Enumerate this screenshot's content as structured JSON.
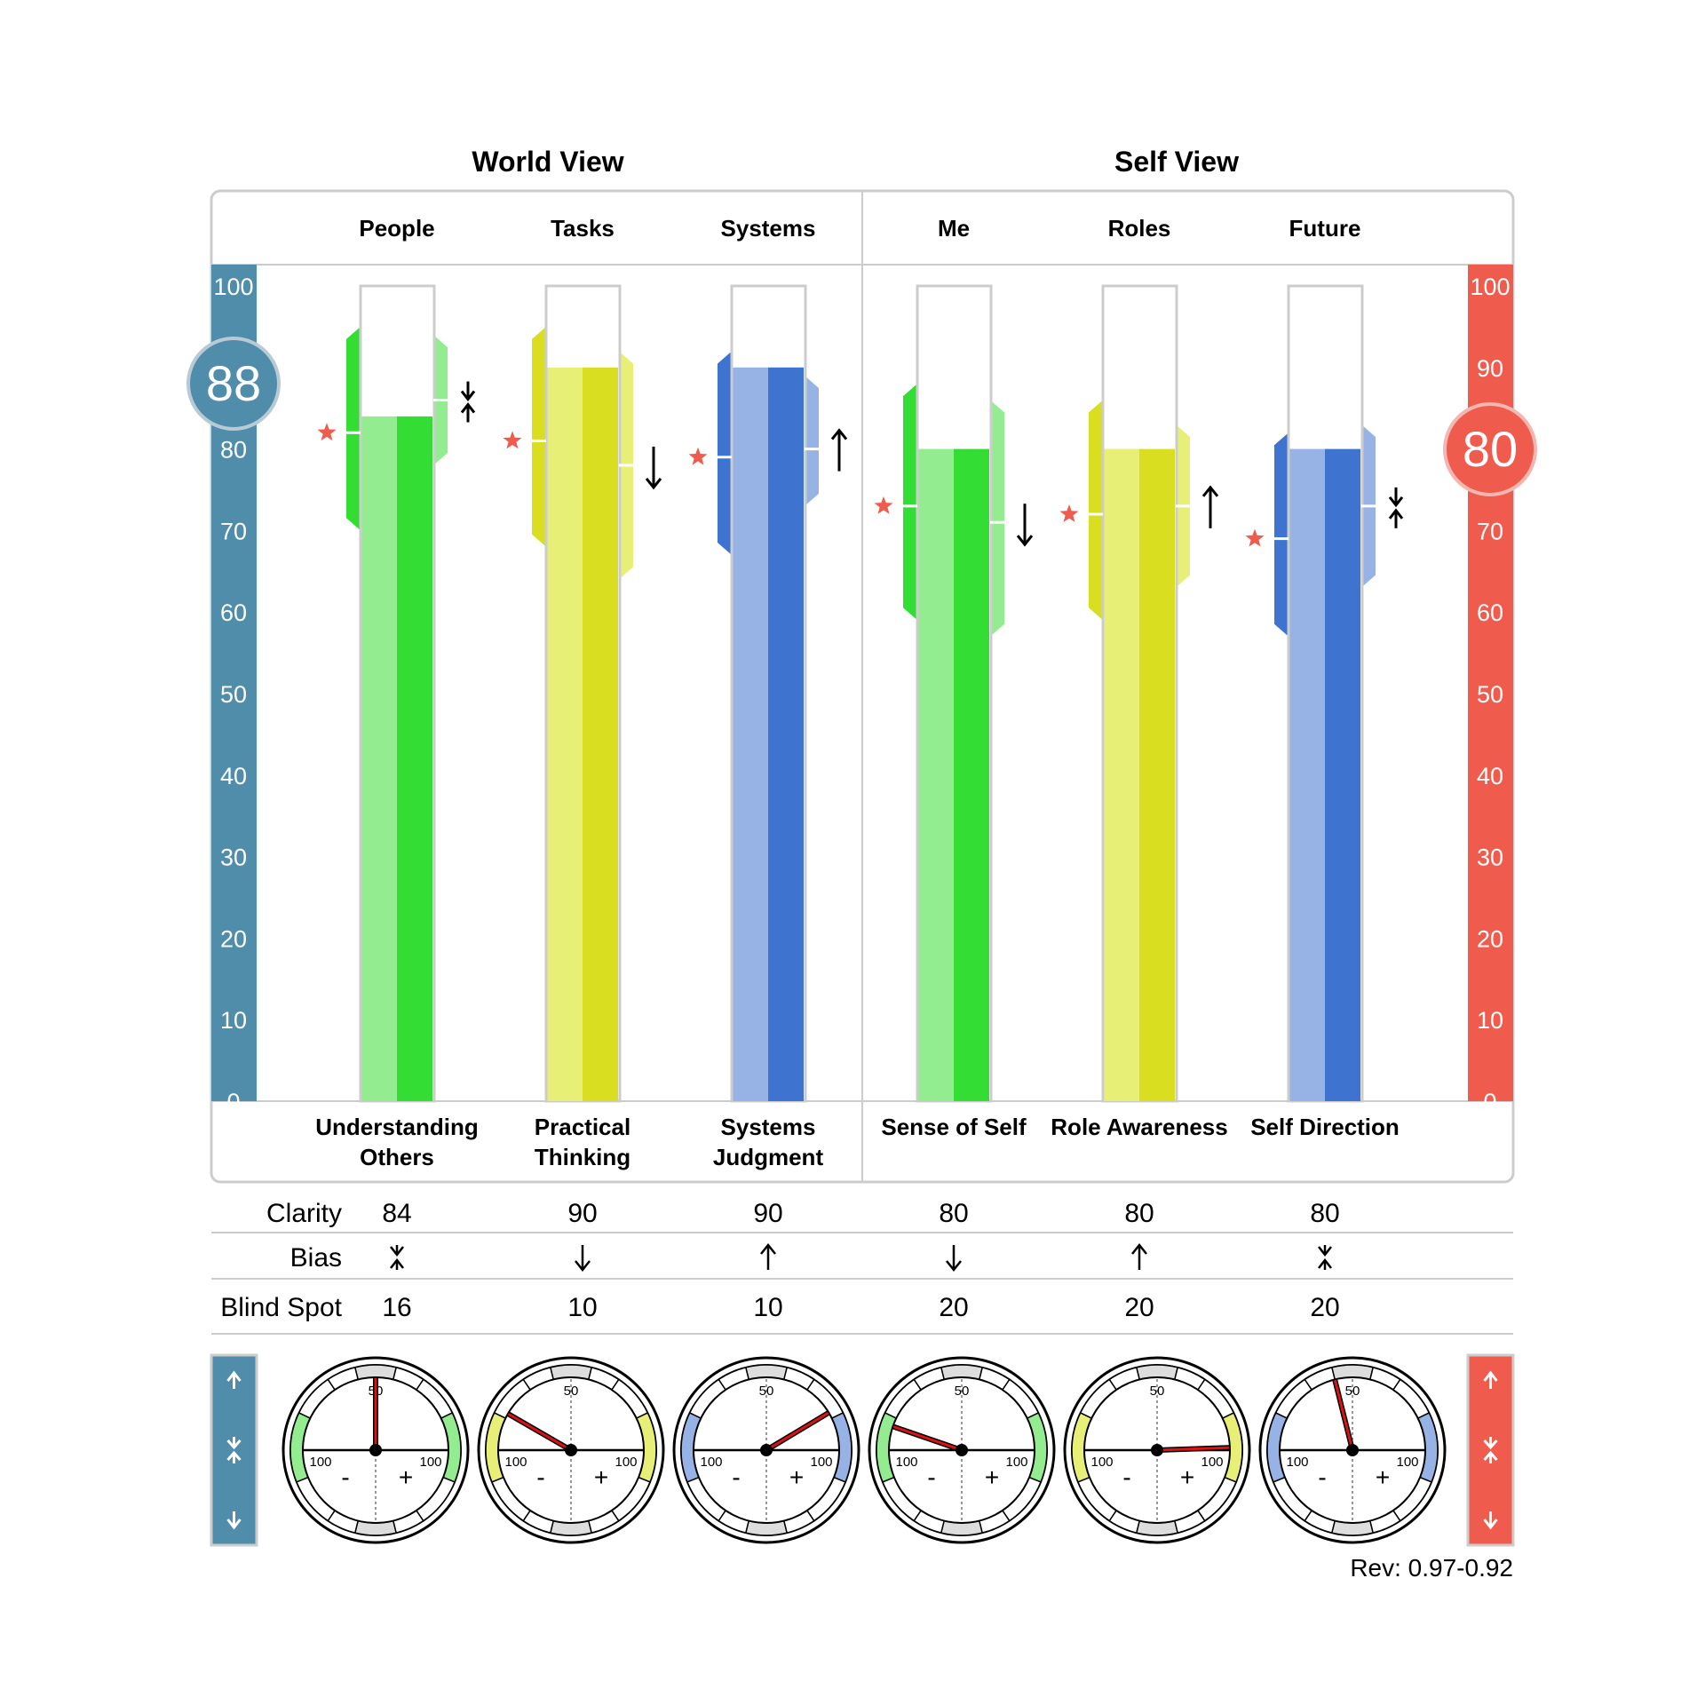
{
  "header": {
    "world_view": "World View",
    "self_view": "Self View"
  },
  "left_score": "88",
  "right_score": "80",
  "colors": {
    "left_scale": "#4f8daa",
    "right_scale": "#ef5b4c",
    "green_dark": "#33dd33",
    "green_light": "#93ec8f",
    "yellow_dark": "#d9de20",
    "yellow_light": "#e8ef77",
    "blue_dark": "#3e73cf",
    "blue_light": "#97b3e5",
    "star": "#ef5b4c",
    "needle": "#dd1111"
  },
  "table": {
    "row_labels": {
      "clarity": "Clarity",
      "bias": "Bias",
      "blind_spot": "Blind Spot"
    }
  },
  "icons": {
    "up": "up-arrow-icon",
    "down": "down-arrow-icon",
    "converge": "converge-arrows-icon",
    "star": "star-icon"
  },
  "gauge_labels": {
    "top": "50",
    "left": "100",
    "right": "100",
    "minus": "-",
    "plus": "+"
  },
  "revision": "Rev: 0.97-0.92",
  "chart_data": {
    "type": "bar",
    "title": "",
    "ylim": [
      0,
      100
    ],
    "yticks": [
      "0",
      "10",
      "20",
      "30",
      "40",
      "50",
      "60",
      "70",
      "80",
      "90",
      "100"
    ],
    "categories": [
      "People",
      "Tasks",
      "Systems",
      "Me",
      "Roles",
      "Future"
    ],
    "groups": [
      {
        "name": "World View",
        "categories": [
          "People",
          "Tasks",
          "Systems"
        ]
      },
      {
        "name": "Self View",
        "categories": [
          "Me",
          "Roles",
          "Future"
        ]
      }
    ],
    "dimensions": [
      {
        "category": "People",
        "label_lines": [
          "Understanding",
          "Others"
        ],
        "color": "green",
        "clarity": "84",
        "bias": "converge",
        "blind_spot": "16",
        "star": 82,
        "left_band": [
          70,
          95
        ],
        "right_band": [
          78,
          94
        ],
        "bias_marker": 86,
        "needle_angle": 0
      },
      {
        "category": "Tasks",
        "label_lines": [
          "Practical",
          "Thinking"
        ],
        "color": "yellow",
        "clarity": "90",
        "bias": "down",
        "blind_spot": "10",
        "star": 81,
        "left_band": [
          68,
          95
        ],
        "right_band": [
          64,
          92
        ],
        "bias_marker": 78,
        "needle_angle": -60
      },
      {
        "category": "Systems",
        "label_lines": [
          "Systems",
          "Judgment"
        ],
        "color": "blue",
        "clarity": "90",
        "bias": "up",
        "blind_spot": "10",
        "star": 79,
        "left_band": [
          67,
          92
        ],
        "right_band": [
          73,
          89
        ],
        "bias_marker": 80,
        "needle_angle": 59
      },
      {
        "category": "Me",
        "label_lines": [
          "Sense of Self"
        ],
        "color": "green",
        "clarity": "80",
        "bias": "down",
        "blind_spot": "20",
        "star": 73,
        "left_band": [
          59,
          88
        ],
        "right_band": [
          57,
          86
        ],
        "bias_marker": 71,
        "needle_angle": -71
      },
      {
        "category": "Roles",
        "label_lines": [
          "Role Awareness"
        ],
        "color": "yellow",
        "clarity": "80",
        "bias": "up",
        "blind_spot": "20",
        "star": 72,
        "left_band": [
          59,
          86
        ],
        "right_band": [
          63,
          83
        ],
        "bias_marker": 73,
        "needle_angle": 88
      },
      {
        "category": "Future",
        "label_lines": [
          "Self Direction"
        ],
        "color": "blue",
        "clarity": "80",
        "bias": "converge",
        "blind_spot": "20",
        "star": 69,
        "left_band": [
          57,
          82
        ],
        "right_band": [
          63,
          83
        ],
        "bias_marker": 73,
        "needle_angle": -14
      }
    ]
  }
}
